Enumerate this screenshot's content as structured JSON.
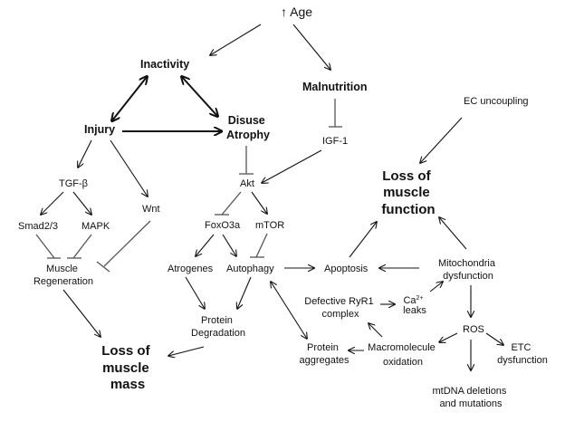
{
  "diagram": {
    "nodes": {
      "age": "↑ Age",
      "inactivity": "Inactivity",
      "malnutrition": "Malnutrition",
      "injury": "Injury",
      "disuse_atrophy": [
        "Disuse",
        "Atrophy"
      ],
      "ec_uncoupling": "EC uncoupling",
      "igf1": "IGF-1",
      "tgfb": "TGF-β",
      "wnt": "Wnt",
      "akt": "Akt",
      "smad": "Smad2/3",
      "mapk": "MAPK",
      "foxo3a": "FoxO3a",
      "mtor": "mTOR",
      "loss_function": [
        "Loss of",
        "muscle",
        "function"
      ],
      "muscle_regen": [
        "Muscle",
        "Regeneration"
      ],
      "atrogenes": "Atrogenes",
      "autophagy": "Autophagy",
      "apoptosis": "Apoptosis",
      "mito": [
        "Mitochondria",
        "dysfunction"
      ],
      "ryr1": [
        "Defective RyR1",
        "complex"
      ],
      "ca_leaks": [
        "Ca",
        "2+",
        "leaks"
      ],
      "protein_deg": [
        "Protein",
        "Degradation"
      ],
      "ros": "ROS",
      "loss_mass": [
        "Loss of",
        "muscle",
        "mass"
      ],
      "protein_agg": [
        "Protein",
        "aggregates"
      ],
      "macro_ox": [
        "Macromolecule",
        "oxidation"
      ],
      "etc": [
        "ETC",
        "dysfunction"
      ],
      "mtdna": [
        "mtDNA deletions",
        "and mutations"
      ]
    },
    "edges": [
      {
        "from": "age",
        "to": "inactivity",
        "type": "activates"
      },
      {
        "from": "age",
        "to": "malnutrition",
        "type": "activates"
      },
      {
        "from": "inactivity",
        "to": "injury",
        "type": "bidirectional"
      },
      {
        "from": "inactivity",
        "to": "disuse_atrophy",
        "type": "bidirectional"
      },
      {
        "from": "injury",
        "to": "disuse_atrophy",
        "type": "activates"
      },
      {
        "from": "malnutrition",
        "to": "igf1",
        "type": "inhibits"
      },
      {
        "from": "igf1",
        "to": "akt",
        "type": "activates"
      },
      {
        "from": "disuse_atrophy",
        "to": "akt",
        "type": "inhibits"
      },
      {
        "from": "ec_uncoupling",
        "to": "loss_function",
        "type": "activates"
      },
      {
        "from": "injury",
        "to": "tgfb",
        "type": "activates"
      },
      {
        "from": "injury",
        "to": "wnt",
        "type": "activates"
      },
      {
        "from": "tgfb",
        "to": "smad",
        "type": "activates"
      },
      {
        "from": "tgfb",
        "to": "mapk",
        "type": "activates"
      },
      {
        "from": "smad",
        "to": "muscle_regen",
        "type": "inhibits"
      },
      {
        "from": "mapk",
        "to": "muscle_regen",
        "type": "inhibits"
      },
      {
        "from": "wnt",
        "to": "muscle_regen",
        "type": "inhibits"
      },
      {
        "from": "akt",
        "to": "foxo3a",
        "type": "inhibits"
      },
      {
        "from": "akt",
        "to": "mtor",
        "type": "activates"
      },
      {
        "from": "foxo3a",
        "to": "atrogenes",
        "type": "activates"
      },
      {
        "from": "foxo3a",
        "to": "autophagy",
        "type": "activates"
      },
      {
        "from": "mtor",
        "to": "autophagy",
        "type": "inhibits"
      },
      {
        "from": "autophagy",
        "to": "apoptosis",
        "type": "activates"
      },
      {
        "from": "apoptosis",
        "to": "loss_function",
        "type": "activates"
      },
      {
        "from": "mito",
        "to": "loss_function",
        "type": "activates"
      },
      {
        "from": "mito",
        "to": "apoptosis",
        "type": "activates"
      },
      {
        "from": "atrogenes",
        "to": "protein_deg",
        "type": "activates"
      },
      {
        "from": "autophagy",
        "to": "protein_deg",
        "type": "activates"
      },
      {
        "from": "muscle_regen",
        "to": "loss_mass",
        "type": "activates"
      },
      {
        "from": "protein_deg",
        "to": "loss_mass",
        "type": "activates"
      },
      {
        "from": "autophagy",
        "to": "protein_agg",
        "type": "bidirectional"
      },
      {
        "from": "ryr1",
        "to": "ca_leaks",
        "type": "activates"
      },
      {
        "from": "ca_leaks",
        "to": "mito",
        "type": "activates"
      },
      {
        "from": "mito",
        "to": "ros",
        "type": "activates"
      },
      {
        "from": "ros",
        "to": "macro_ox",
        "type": "activates"
      },
      {
        "from": "ros",
        "to": "etc",
        "type": "activates"
      },
      {
        "from": "ros",
        "to": "mtdna",
        "type": "activates"
      },
      {
        "from": "macro_ox",
        "to": "ryr1",
        "type": "activates"
      },
      {
        "from": "macro_ox",
        "to": "protein_agg",
        "type": "activates"
      }
    ]
  }
}
